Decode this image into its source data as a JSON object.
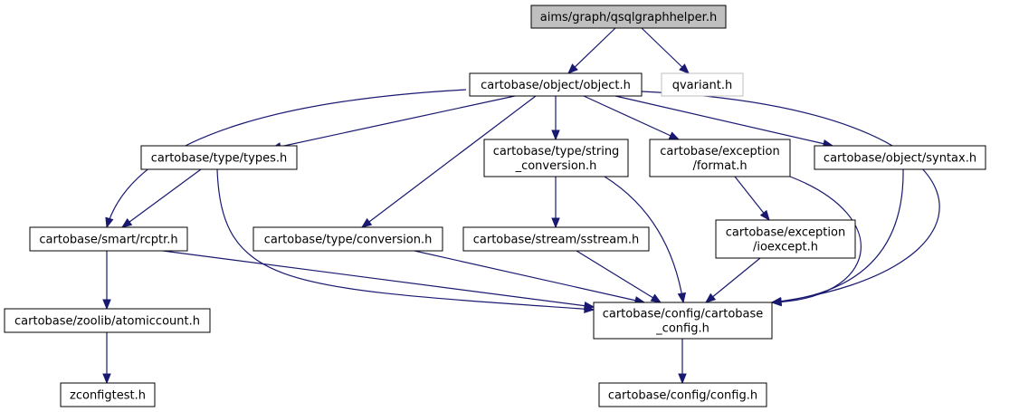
{
  "colors": {
    "edge": "#191970",
    "root_fill": "#bfbfbf",
    "node_border": "#000000",
    "external_border": "#bfbfbf",
    "external_text": "#000000",
    "node_fill": "#ffffff"
  },
  "nodes": {
    "root": {
      "lines": [
        "aims/graph/qsqlgraphhelper.h"
      ],
      "kind": "root"
    },
    "object": {
      "lines": [
        "cartobase/object/object.h"
      ],
      "kind": "normal"
    },
    "qvariant": {
      "lines": [
        "qvariant.h"
      ],
      "kind": "external"
    },
    "types": {
      "lines": [
        "cartobase/type/types.h"
      ],
      "kind": "normal"
    },
    "string_conversion": {
      "lines": [
        "cartobase/type/string",
        "_conversion.h"
      ],
      "kind": "normal"
    },
    "exception_format": {
      "lines": [
        "cartobase/exception",
        "/format.h"
      ],
      "kind": "normal"
    },
    "syntax": {
      "lines": [
        "cartobase/object/syntax.h"
      ],
      "kind": "normal"
    },
    "rcptr": {
      "lines": [
        "cartobase/smart/rcptr.h"
      ],
      "kind": "normal"
    },
    "conversion": {
      "lines": [
        "cartobase/type/conversion.h"
      ],
      "kind": "normal"
    },
    "sstream": {
      "lines": [
        "cartobase/stream/sstream.h"
      ],
      "kind": "normal"
    },
    "ioexcept": {
      "lines": [
        "cartobase/exception",
        "/ioexcept.h"
      ],
      "kind": "normal"
    },
    "atomiccount": {
      "lines": [
        "cartobase/zoolib/atomiccount.h"
      ],
      "kind": "normal"
    },
    "cartobase_config": {
      "lines": [
        "cartobase/config/cartobase",
        "_config.h"
      ],
      "kind": "normal"
    },
    "zconfigtest": {
      "lines": [
        "zconfigtest.h"
      ],
      "kind": "normal"
    },
    "config": {
      "lines": [
        "cartobase/config/config.h"
      ],
      "kind": "normal"
    }
  },
  "edges": [
    [
      "root",
      "object"
    ],
    [
      "root",
      "qvariant"
    ],
    [
      "object",
      "rcptr"
    ],
    [
      "object",
      "types"
    ],
    [
      "object",
      "conversion"
    ],
    [
      "object",
      "string_conversion"
    ],
    [
      "object",
      "exception_format"
    ],
    [
      "object",
      "syntax"
    ],
    [
      "object",
      "cartobase_config"
    ],
    [
      "types",
      "rcptr"
    ],
    [
      "types",
      "cartobase_config"
    ],
    [
      "rcptr",
      "atomiccount"
    ],
    [
      "rcptr",
      "cartobase_config"
    ],
    [
      "atomiccount",
      "zconfigtest"
    ],
    [
      "conversion",
      "cartobase_config"
    ],
    [
      "string_conversion",
      "sstream"
    ],
    [
      "string_conversion",
      "cartobase_config"
    ],
    [
      "sstream",
      "cartobase_config"
    ],
    [
      "exception_format",
      "ioexcept"
    ],
    [
      "exception_format",
      "cartobase_config"
    ],
    [
      "ioexcept",
      "cartobase_config"
    ],
    [
      "syntax",
      "cartobase_config"
    ],
    [
      "cartobase_config",
      "config"
    ]
  ]
}
